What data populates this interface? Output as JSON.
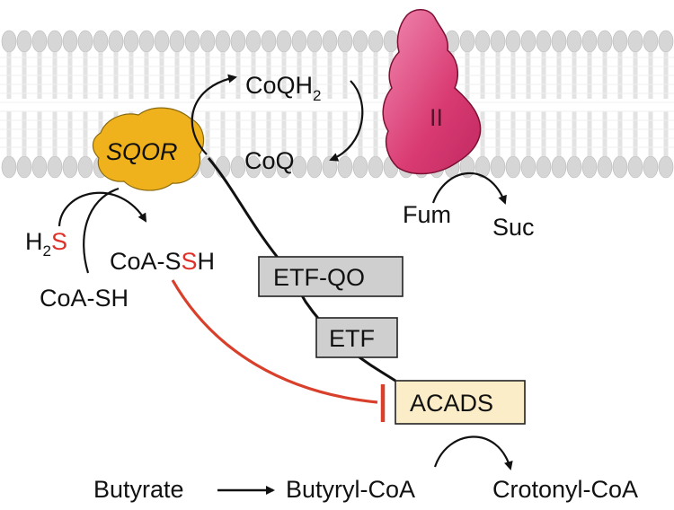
{
  "colors": {
    "membrane": "#d6d6d6",
    "membrane_edge": "#b9b9b9",
    "sqor_fill": "#f0b21c",
    "complex_ii_fill": "#d93a72",
    "box_fill_gray": "#cfcfcf",
    "acads_fill": "#fbedc8",
    "inhibition": "#d9402b",
    "sulfur_red": "#e0302a",
    "line": "#111111"
  },
  "labels": {
    "coqh2": "CoQH",
    "coqh2_sub": "2",
    "coq": "CoQ",
    "complex_ii": "II",
    "sqor": "SQOR",
    "fum": "Fum",
    "suc": "Suc",
    "h2s_h": "H",
    "h2s_sub": "2",
    "h2s_s": "S",
    "coa_ssh_prefix": "CoA-S",
    "coa_ssh_s": "S",
    "coa_ssh_h": "H",
    "coa_sh": "CoA-SH",
    "etf_qo": "ETF-QO",
    "etf": "ETF",
    "acads": "ACADS",
    "butyrate": "Butyrate",
    "butyryl_coa": "Butyryl-CoA",
    "crotonyl_coa": "Crotonyl-CoA"
  }
}
